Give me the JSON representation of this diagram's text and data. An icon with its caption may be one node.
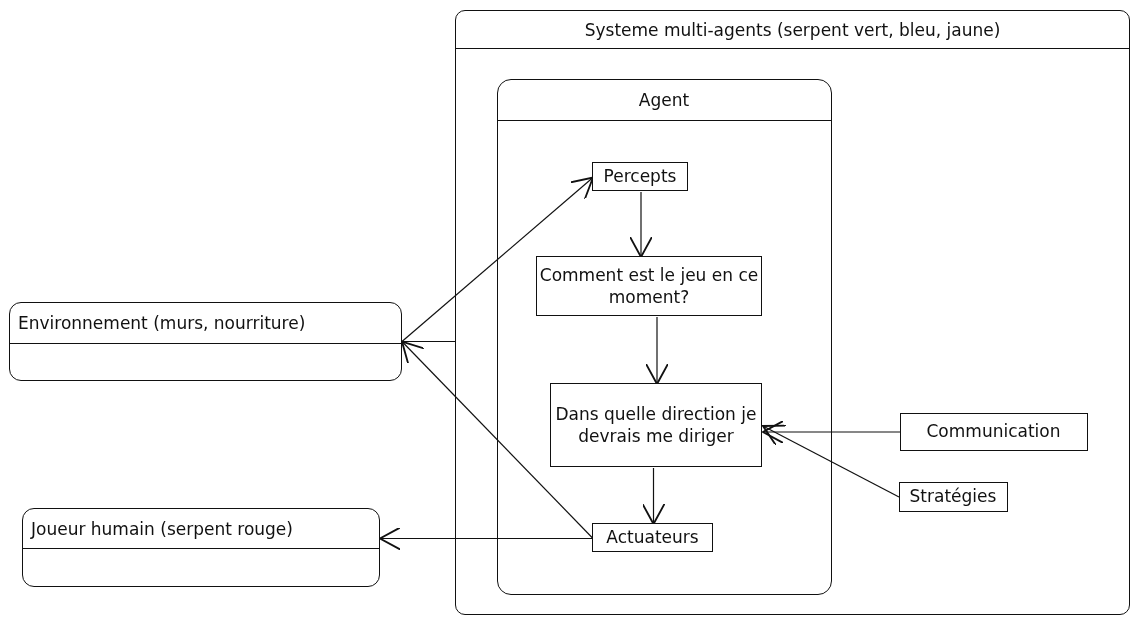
{
  "diagram": {
    "nodes": [
      {
        "text": [
          "Systeme multi-agents (serpent vert, bleu, jaune)"
        ]
      },
      {
        "text": [
          "Agent"
        ],
        "in": 0
      },
      {
        "text": [
          "Percepts"
        ],
        "in": 1
      },
      {
        "text": [
          "Comment est le jeu en ce moment?"
        ],
        "in": 1
      },
      {
        "text": [
          "Dans quelle direction je devrais me diriger"
        ],
        "in": 1
      },
      {
        "text": [
          "Actuateurs"
        ],
        "in": 1
      },
      {
        "text": [
          "Communication"
        ],
        "in": 0
      },
      {
        "text": [
          "Stratégies"
        ],
        "in": 0
      },
      {
        "text": [
          "Environnement (murs, nourriture)"
        ]
      },
      {
        "text": [
          "Joueur humain (serpent rouge)"
        ]
      }
    ],
    "edges": [
      {
        "from": 8,
        "to": 2,
        "arrow": "to"
      },
      {
        "from": 0,
        "to": 8,
        "arrow": "none"
      },
      {
        "from": 2,
        "to": 3,
        "arrow": "to"
      },
      {
        "from": 3,
        "to": 4,
        "arrow": "to"
      },
      {
        "from": 4,
        "to": 5,
        "arrow": "to"
      },
      {
        "from": 6,
        "to": 4,
        "arrow": "to"
      },
      {
        "from": 7,
        "to": 4,
        "arrow": "to"
      },
      {
        "from": 5,
        "to": 8,
        "arrow": "to"
      },
      {
        "from": 5,
        "to": 9,
        "arrow": "to"
      }
    ]
  }
}
